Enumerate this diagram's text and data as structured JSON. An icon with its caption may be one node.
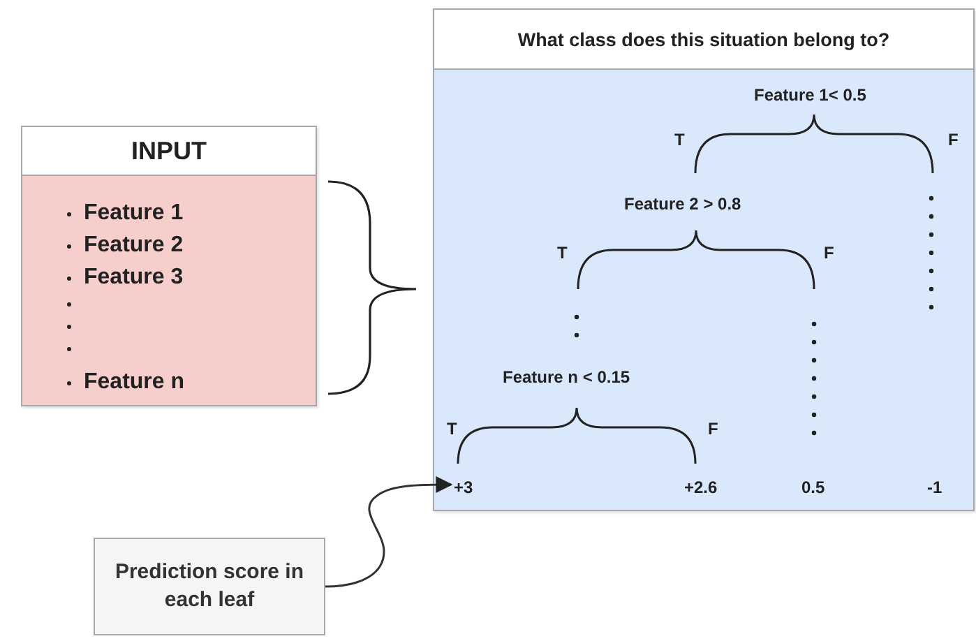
{
  "diagram": {
    "nodes": [
      {
        "text": [
          "INPUT",
          "Feature 1",
          "Feature 2",
          "Feature 3",
          "Feature n"
        ]
      },
      {
        "text": [
          "What class does this situation belong to?"
        ]
      },
      {
        "text": [
          "Feature 1< 0.5"
        ],
        "in": 1
      },
      {
        "text": [
          "Feature 2 > 0.8"
        ],
        "in": 1
      },
      {
        "text": [
          "Feature n < 0.15"
        ],
        "in": 1
      },
      {
        "text": [
          "+3"
        ],
        "in": 1
      },
      {
        "text": [
          "+2.6"
        ],
        "in": 1
      },
      {
        "text": [
          "0.5"
        ],
        "in": 1
      },
      {
        "text": [
          "-1"
        ],
        "in": 1
      },
      {
        "text": [
          "Prediction score in each leaf"
        ]
      }
    ],
    "edges": [
      {
        "from": 9,
        "to": 5,
        "arrow": "to"
      }
    ],
    "labels": [
      "T",
      "F",
      "T",
      "F",
      "T",
      "F"
    ]
  }
}
